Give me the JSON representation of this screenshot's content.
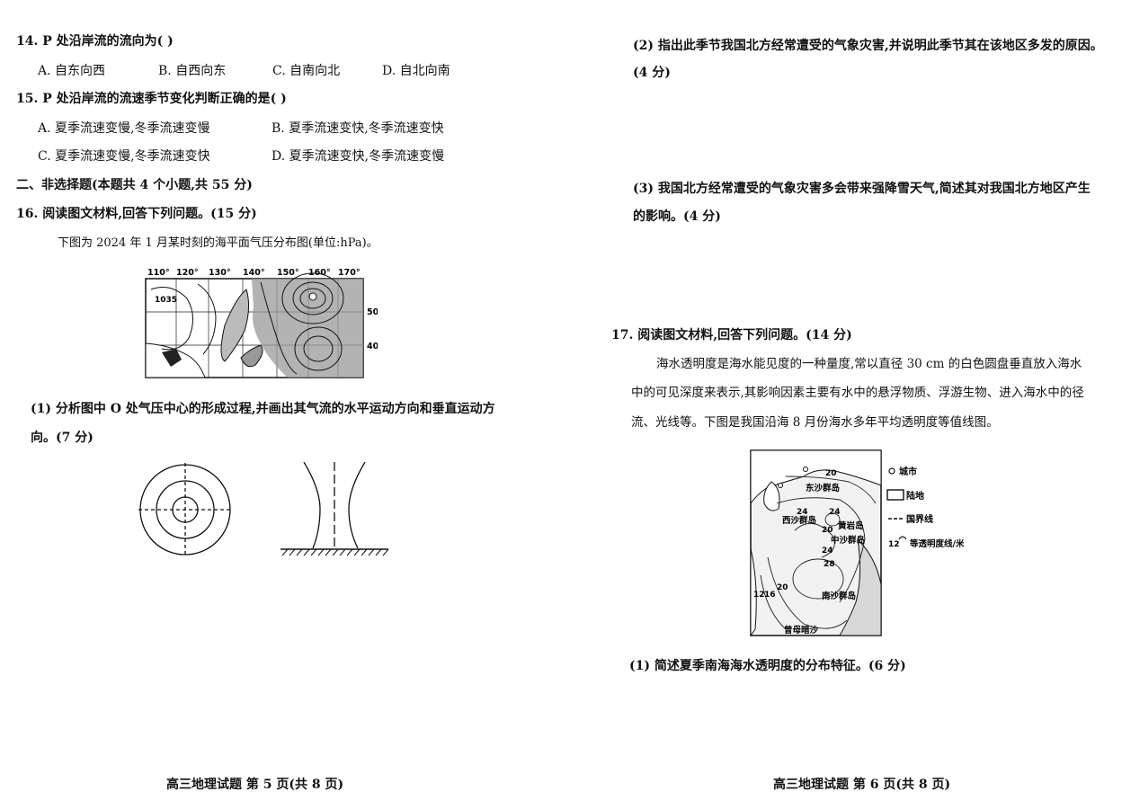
{
  "left": {
    "q14": {
      "stem": "14. P 处沿岸流的流向为(      )",
      "options": [
        "A. 自东向西",
        "B. 自西向东",
        "C. 自南向北",
        "D. 自北向南"
      ]
    },
    "q15": {
      "stem": "15. P 处沿岸流的流速季节变化判断正确的是(      )",
      "options": [
        "A. 夏季流速变慢,冬季流速变慢",
        "B. 夏季流速变快,冬季流速变快",
        "C. 夏季流速变慢,冬季流速变快",
        "D. 夏季流速变快,冬季流速变慢"
      ]
    },
    "section2": "二、非选择题(本题共 4 个小题,共 55 分)",
    "q16": {
      "stem": "16. 阅读图文材料,回答下列问题。(15 分)",
      "intro": "下图为 2024 年 1 月某时刻的海平面气压分布图(单位:hPa)。",
      "map_lon_labels": [
        "110°",
        "120°",
        "130°",
        "140°",
        "150°",
        "160°",
        "170°"
      ],
      "map_lat_labels": [
        "50°",
        "40°"
      ],
      "map_isobar_label": "1035",
      "sub1_line1": "(1) 分析图中 O 处气压中心的形成过程,并画出其气流的水平运动方向和垂直运动方",
      "sub1_line2": "向。(7 分)"
    },
    "footer": "高三地理试题 第 5 页(共 8 页)"
  },
  "right": {
    "q16_sub2_line1": "(2) 指出此季节我国北方经常遭受的气象灾害,并说明此季节其在该地区多发的原因。",
    "q16_sub2_line2": "(4 分)",
    "q16_sub3_line1": "(3) 我国北方经常遭受的气象灾害多会带来强降雪天气,简述其对我国北方地区产生",
    "q16_sub3_line2": "的影响。(4 分)",
    "q17": {
      "stem": "17. 阅读图文材料,回答下列问题。(14 分)",
      "para_line1": "海水透明度是海水能见度的一种量度,常以直径 30 cm 的白色圆盘垂直放入海水",
      "para_line2": "中的可见深度来表示,其影响因素主要有水中的悬浮物质、浮游生物、进入海水中的径",
      "para_line3": "流、光线等。下图是我国沿海 8 月份海水多年平均透明度等值线图。",
      "map_labels": {
        "dongsha": "东沙群岛",
        "xisha": "西沙群岛",
        "huangyan": "黄岩岛",
        "zhongsha": "中沙群岛",
        "nansha": "南沙群岛",
        "zengmu": "曾母暗沙",
        "v20a": "20",
        "v24a": "24",
        "v24b": "24",
        "v20b": "20",
        "v24c": "24",
        "v28": "28",
        "v20c": "20",
        "v12": "12",
        "v16": "16"
      },
      "legend": {
        "city": "城市",
        "land": "陆地",
        "border": "国界线",
        "isoline": "等透明度线/米",
        "isoline_value": "12"
      },
      "sub1": "(1) 简述夏季南海海水透明度的分布特征。(6 分)"
    },
    "footer": "高三地理试题 第 6 页(共 8 页)"
  }
}
